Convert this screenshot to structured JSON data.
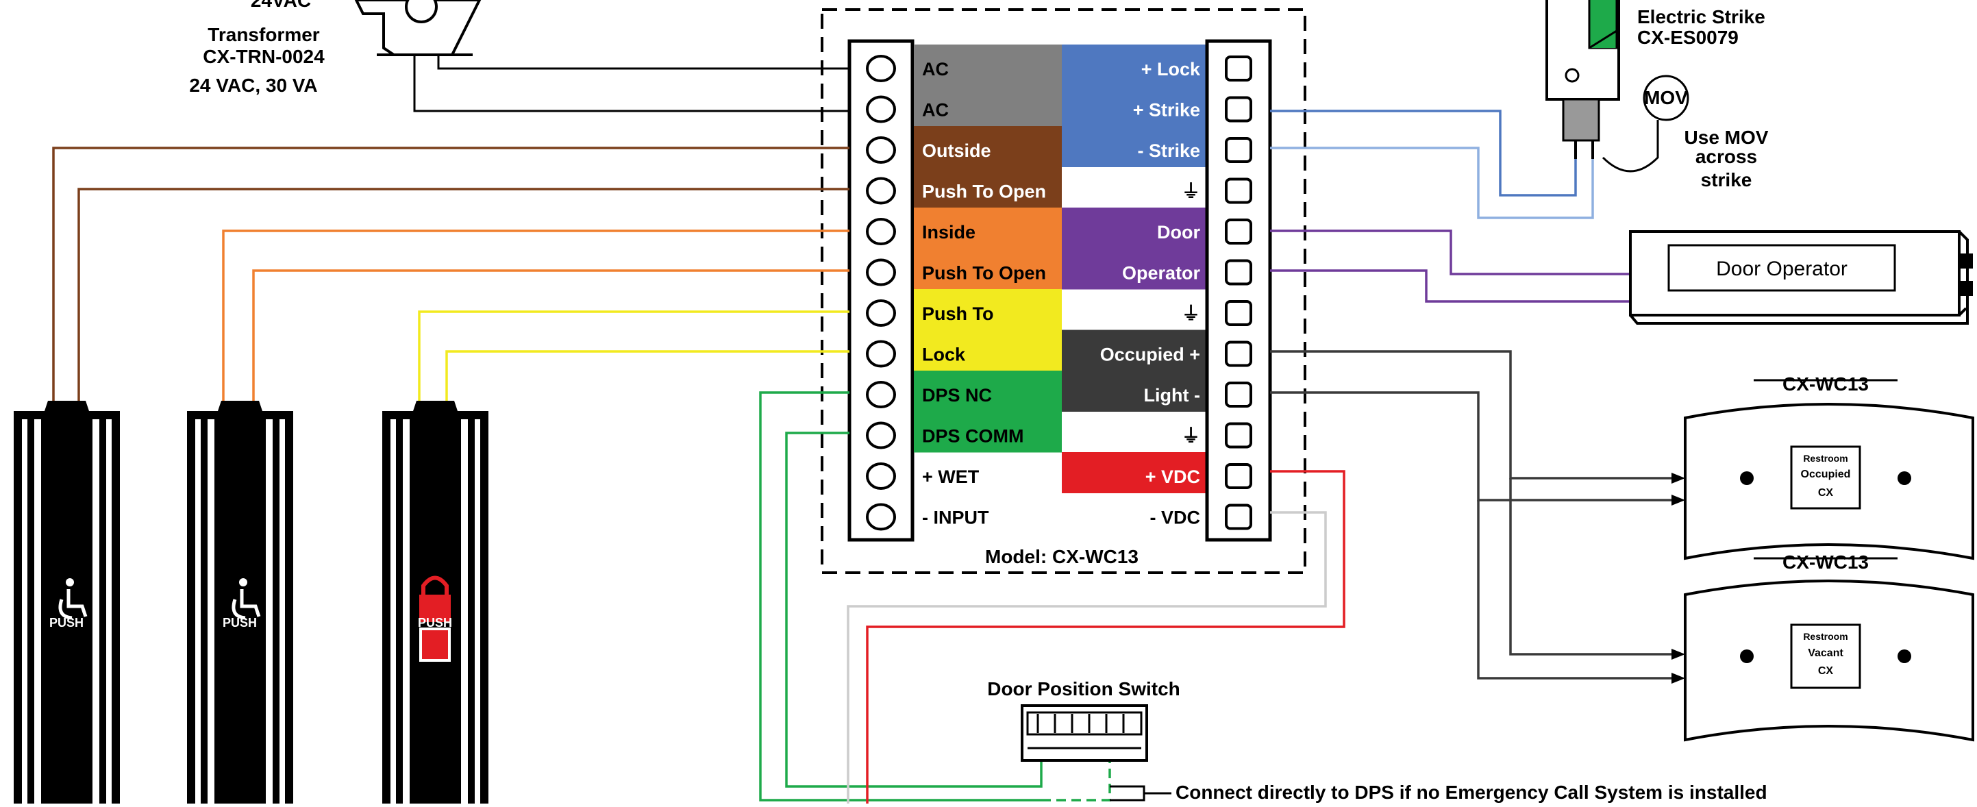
{
  "transformer": {
    "line1": "24VAC",
    "line2": "Transformer",
    "line3": "CX-TRN-0024",
    "line4": "24 VAC, 30 VA"
  },
  "strike": {
    "line1": "Electric Strike",
    "line2": "CX-ES0079"
  },
  "mov": {
    "badge": "MOV",
    "line1": "Use MOV",
    "line2": "across",
    "line3": "strike"
  },
  "door_operator": {
    "label": "Door Operator"
  },
  "controller": {
    "model": "Model: CX-WC13",
    "left_terminals": [
      {
        "label": "AC",
        "color": "#808080"
      },
      {
        "label": "AC",
        "color": "#808080"
      },
      {
        "label": "Outside",
        "color": "#7b3f1b"
      },
      {
        "label": "Push To Open",
        "color": "#7b3f1b"
      },
      {
        "label": "Inside",
        "color": "#f08030"
      },
      {
        "label": "Push To Open",
        "color": "#f08030"
      },
      {
        "label": "Push To",
        "color": "#f2ea1f"
      },
      {
        "label": "Lock",
        "color": "#f2ea1f"
      },
      {
        "label": "DPS NC",
        "color": "#1eaa4a"
      },
      {
        "label": "DPS COMM",
        "color": "#1eaa4a"
      },
      {
        "label": "+ WET",
        "color": "#ffffff"
      },
      {
        "label": "- INPUT",
        "color": "#ffffff"
      }
    ],
    "right_terminals": [
      {
        "label": "+ Lock",
        "color": "#4f78c0"
      },
      {
        "label": "+ Strike",
        "color": "#4f78c0"
      },
      {
        "label": "- Strike",
        "color": "#4f78c0"
      },
      {
        "label": "⏚",
        "color": "#ffffff"
      },
      {
        "label": "Door",
        "color": "#6f3b9a"
      },
      {
        "label": "Operator",
        "color": "#6f3b9a"
      },
      {
        "label": "⏚",
        "color": "#ffffff"
      },
      {
        "label": "Occupied +",
        "color": "#3a3a3a"
      },
      {
        "label": "Light -",
        "color": "#3a3a3a"
      },
      {
        "label": "⏚",
        "color": "#ffffff"
      },
      {
        "label": "+ VDC",
        "color": "#e31e24"
      },
      {
        "label": "- VDC",
        "color": "#ffffff"
      }
    ]
  },
  "sign_top": {
    "title": "CX-WC13",
    "text1": "Restroom",
    "text2": "Occupied",
    "text3": "CX"
  },
  "sign_bottom": {
    "title": "CX-WC13",
    "text1": "Restroom",
    "text2": "Vacant",
    "text3": "CX"
  },
  "dps": {
    "title": "Door Position Switch"
  },
  "note": {
    "text": "Connect directly to DPS if no Emergency Call System is installed"
  },
  "bollards": [
    {
      "label": "PUSH",
      "icon": "wheelchair-icon"
    },
    {
      "label": "PUSH",
      "icon": "wheelchair-icon"
    },
    {
      "label": "PUSH",
      "icon": "lock-icon",
      "color": "#e31e24"
    }
  ]
}
